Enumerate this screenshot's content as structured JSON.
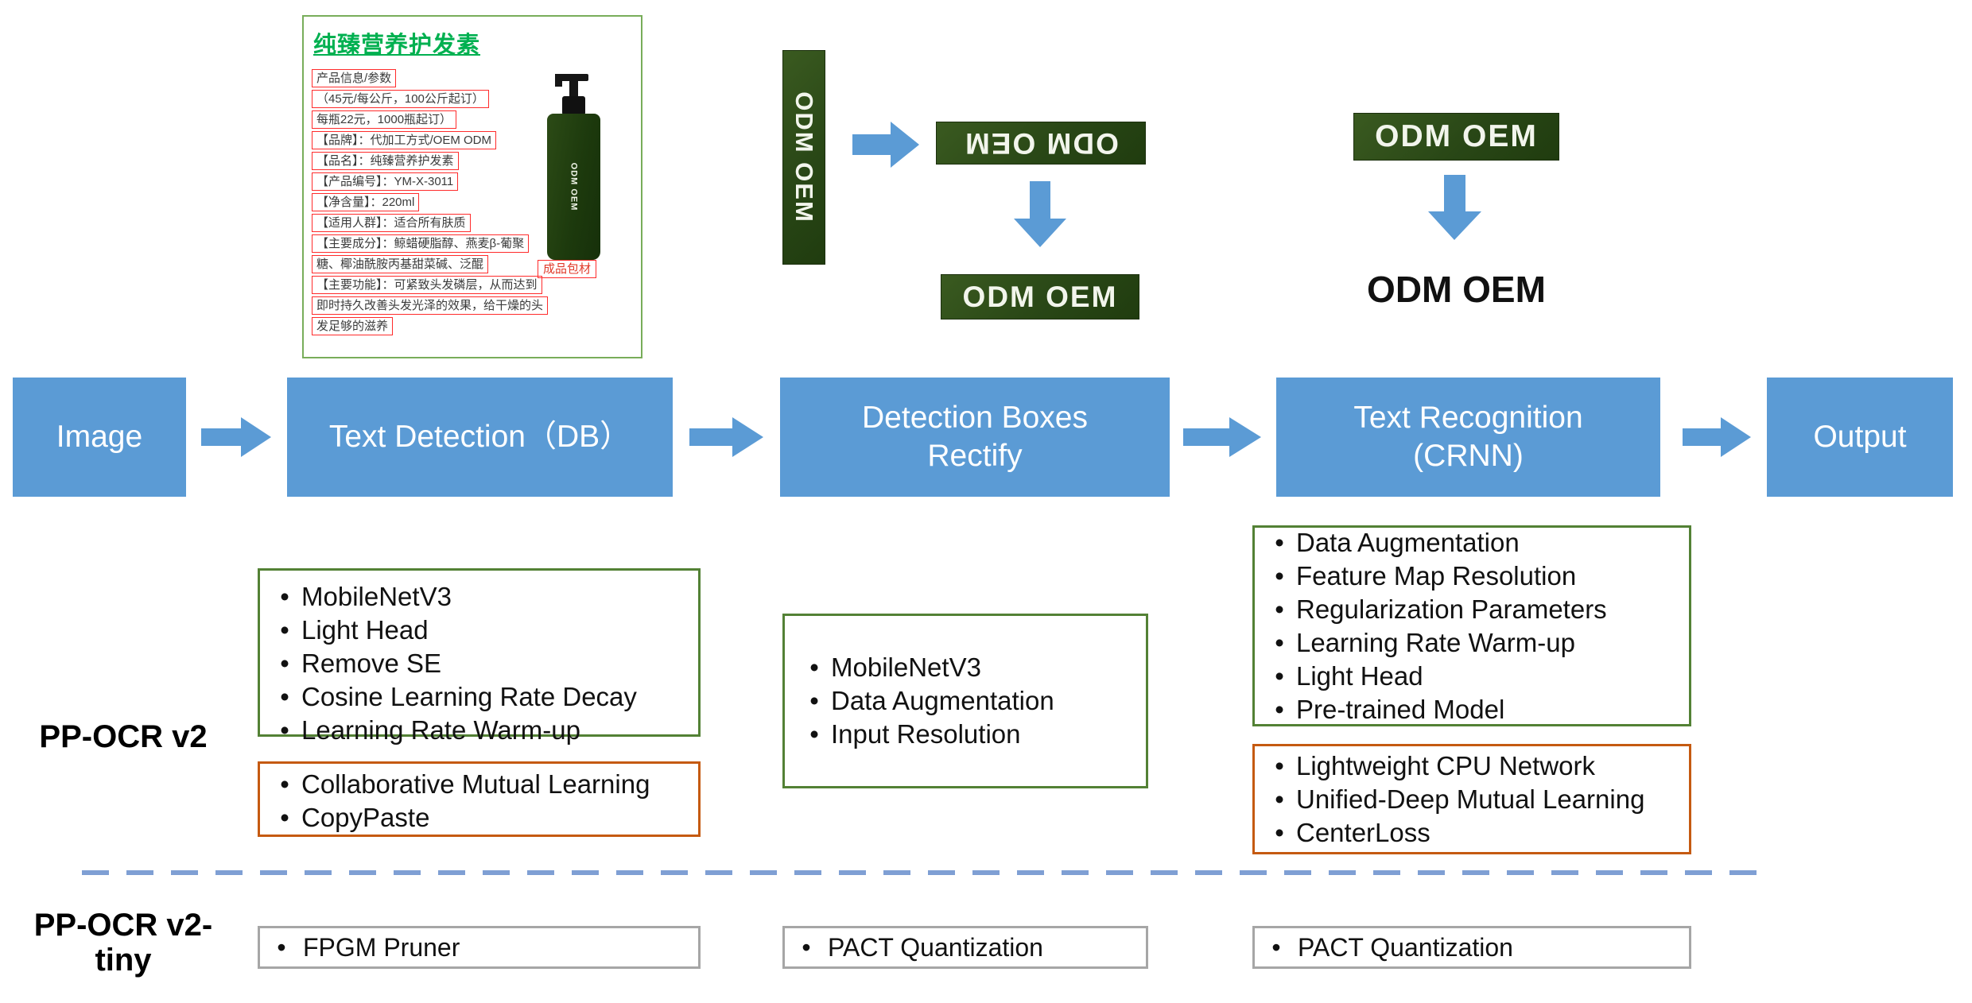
{
  "product_card": {
    "title": "纯臻营养护发素",
    "lines": [
      "产品信息/参数",
      "（45元/每公斤，100公斤起订）",
      "每瓶22元，1000瓶起订）",
      "【品牌】：代加工方式/OEM ODM",
      "【品名】：纯臻营养护发素",
      "【产品编号】：YM-X-3011",
      "【净含量】：220ml",
      "【适用人群】：适合所有肤质",
      "【主要成分】：鲸蜡硬脂醇、燕麦β-葡聚",
      "糖、椰油酰胺丙基甜菜碱、泛醌",
      "【主要功能】：可紧致头发磷层，从而达到",
      "即时持久改善头发光泽的效果，给干燥的头",
      "发足够的滋养"
    ],
    "side_label": "成品包材",
    "bottle_text": "ODM OEM"
  },
  "samples": {
    "vertical_text": "ODM OEM",
    "flipped_text": "ODM OEM",
    "rectified_text": "ODM OEM",
    "recognition_input": "ODM OEM",
    "recognition_output": "ODM OEM"
  },
  "pipeline": {
    "stages": [
      "Image",
      "Text Detection（DB）",
      "Detection Boxes\nRectify",
      "Text Recognition\n(CRNN)",
      "Output"
    ]
  },
  "v2": {
    "label": "PP-OCR v2",
    "detection_green": [
      "MobileNetV3",
      "Light Head",
      "Remove SE",
      "Cosine Learning Rate Decay",
      "Learning Rate Warm-up"
    ],
    "detection_orange": [
      "Collaborative Mutual Learning",
      "CopyPaste"
    ],
    "rectify_green": [
      "MobileNetV3",
      "Data Augmentation",
      "Input Resolution"
    ],
    "recognition_green": [
      "Data Augmentation",
      "Feature Map Resolution",
      "Regularization Parameters",
      "Learning Rate Warm-up",
      "Light Head",
      "Pre-trained Model"
    ],
    "recognition_orange": [
      "Lightweight CPU Network",
      "Unified-Deep Mutual Learning",
      "CenterLoss"
    ]
  },
  "tiny": {
    "label_line1": "PP-OCR v2-",
    "label_line2": "tiny",
    "detection": "FPGM Pruner",
    "rectify": "PACT Quantization",
    "recognition": "PACT Quantization"
  },
  "colors": {
    "stage_blue": "#5B9BD5",
    "green_border": "#538135",
    "orange_border": "#C55A11",
    "gray_border": "#A6A6A6",
    "dashed_blue": "#7F9FD4",
    "odm_background": "#2E4A17",
    "title_green": "#00B050",
    "red_box": "#FF2B2B"
  }
}
